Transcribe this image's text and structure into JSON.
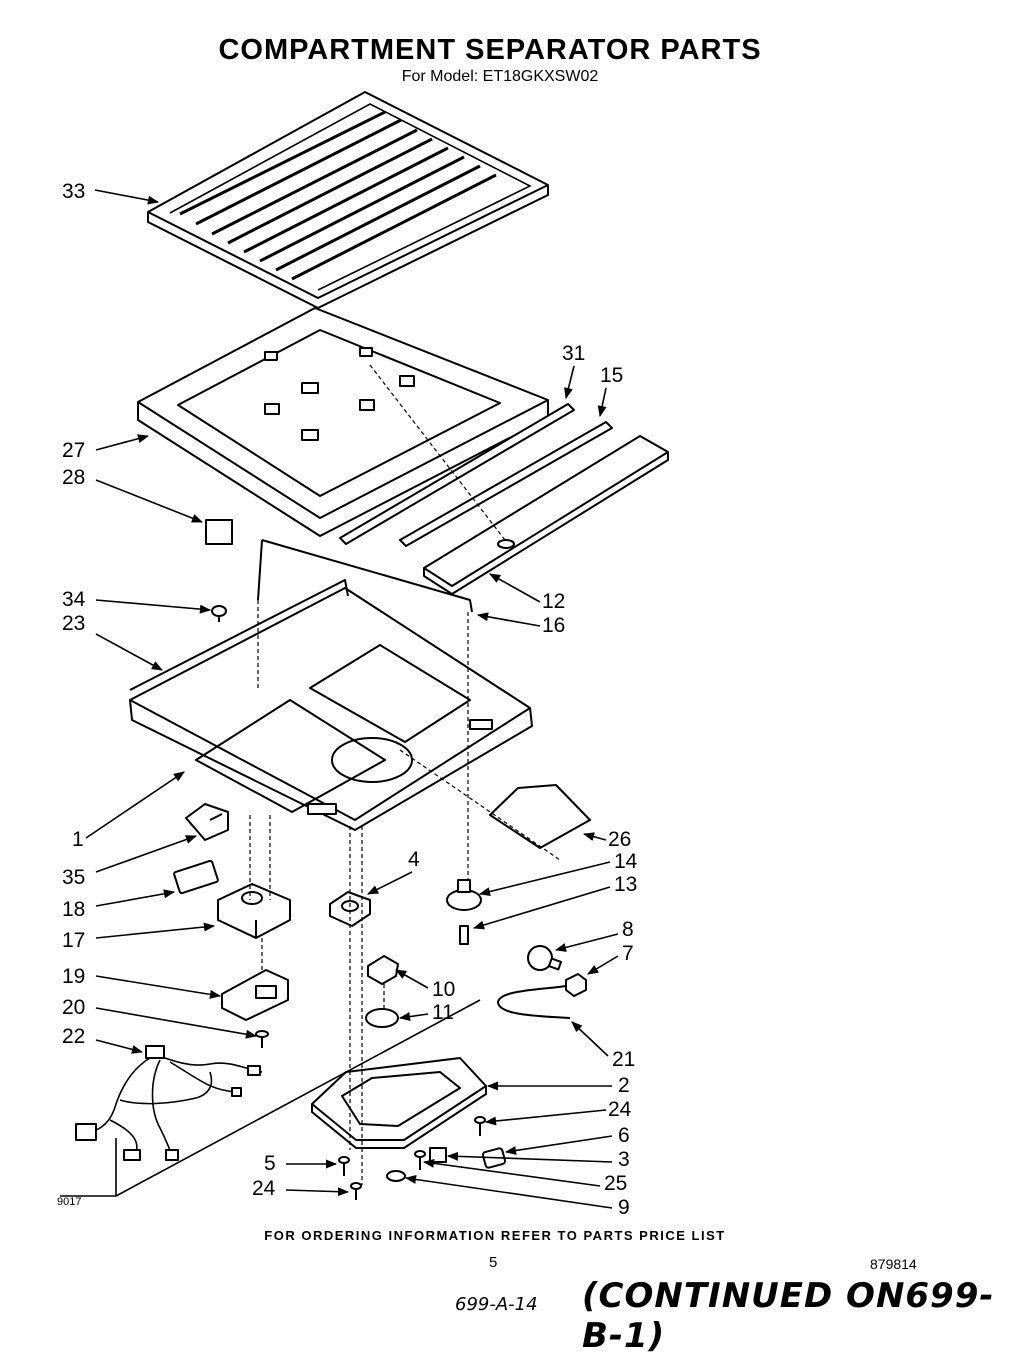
{
  "title": "COMPARTMENT SEPARATOR  PARTS",
  "subtitle": "For Model: ET18GKXSW02",
  "footer": "FOR ORDERING INFORMATION REFER TO PARTS PRICE LIST",
  "page_number": "5",
  "doc_number": "879814",
  "small_code": "9017",
  "handwritten_ref": "699-A-14",
  "continued_note": "(CONTINUED ON699-B-1)",
  "callouts": [
    {
      "id": "33",
      "label": "33"
    },
    {
      "id": "31",
      "label": "31"
    },
    {
      "id": "15",
      "label": "15"
    },
    {
      "id": "27",
      "label": "27"
    },
    {
      "id": "28",
      "label": "28"
    },
    {
      "id": "12",
      "label": "12"
    },
    {
      "id": "34",
      "label": "34"
    },
    {
      "id": "16",
      "label": "16"
    },
    {
      "id": "23",
      "label": "23"
    },
    {
      "id": "1",
      "label": "1"
    },
    {
      "id": "26",
      "label": "26"
    },
    {
      "id": "35",
      "label": "35"
    },
    {
      "id": "4",
      "label": "4"
    },
    {
      "id": "14",
      "label": "14"
    },
    {
      "id": "18",
      "label": "18"
    },
    {
      "id": "13",
      "label": "13"
    },
    {
      "id": "17",
      "label": "17"
    },
    {
      "id": "8",
      "label": "8"
    },
    {
      "id": "7",
      "label": "7"
    },
    {
      "id": "19",
      "label": "19"
    },
    {
      "id": "10",
      "label": "10"
    },
    {
      "id": "20",
      "label": "20"
    },
    {
      "id": "11",
      "label": "11"
    },
    {
      "id": "22",
      "label": "22"
    },
    {
      "id": "21",
      "label": "21"
    },
    {
      "id": "2",
      "label": "2"
    },
    {
      "id": "24a",
      "label": "24"
    },
    {
      "id": "6",
      "label": "6"
    },
    {
      "id": "5",
      "label": "5"
    },
    {
      "id": "3",
      "label": "3"
    },
    {
      "id": "25",
      "label": "25"
    },
    {
      "id": "24b",
      "label": "24"
    },
    {
      "id": "9",
      "label": "9"
    }
  ]
}
